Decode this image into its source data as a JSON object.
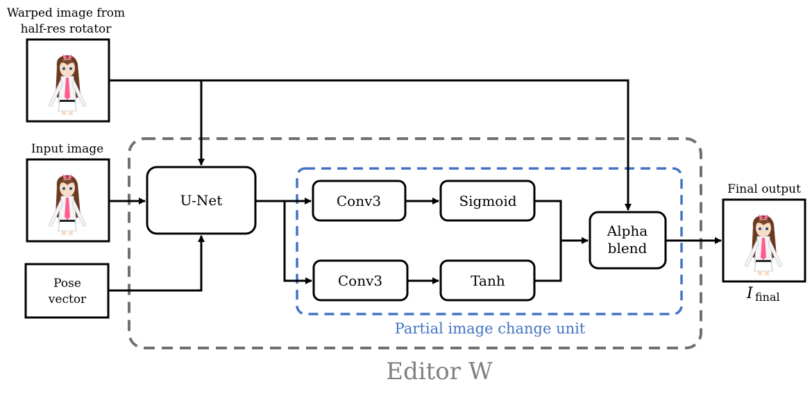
{
  "inputs": {
    "warped_label_line1": "Warped image from",
    "warped_label_line2": "half-res rotator",
    "input_label": "Input image",
    "pose_line1": "Pose",
    "pose_line2": "vector"
  },
  "blocks": {
    "unet": "U-Net",
    "conv3_top": "Conv3",
    "sigmoid": "Sigmoid",
    "conv3_bottom": "Conv3",
    "tanh": "Tanh",
    "alpha_line1": "Alpha",
    "alpha_line2": "blend"
  },
  "groups": {
    "partial_unit_label": "Partial image change unit",
    "editor_label": "Editor W"
  },
  "output": {
    "label": "Final output",
    "symbol_main": "I",
    "symbol_sub": "final"
  },
  "colors": {
    "blue_dashed": "#4472C4",
    "gray_dashed": "#707070",
    "editor_text": "#808080",
    "partial_text": "#4472C4"
  }
}
